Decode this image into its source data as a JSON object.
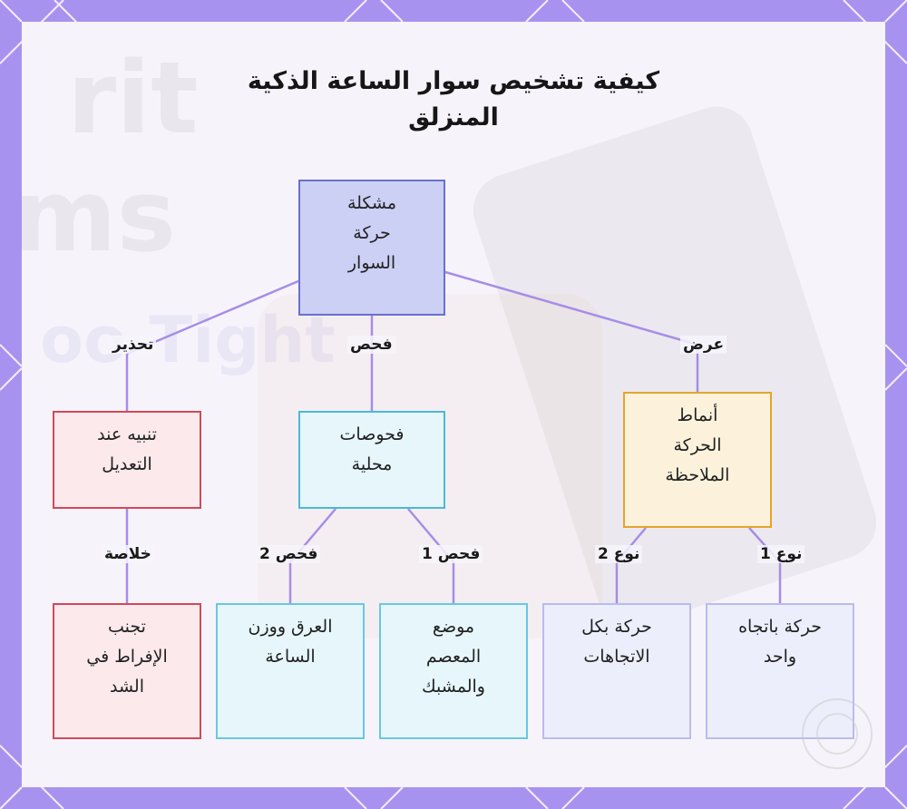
{
  "title_lines": [
    "كيفية تشخيص سوار الساعة الذكية",
    "المنزلق"
  ],
  "nodes": {
    "root": "مشكلة\nحركة\nالسوار",
    "warning": "تنبيه عند\nالتعديل",
    "checks": "فحوصات\nمحلية",
    "patterns": "أنماط\nالحركة\nالملاحظة",
    "avoid": "تجنب\nالإفراط في\nالشد",
    "sweat_weight": "العرق ووزن\nالساعة",
    "wrist_position": "موضع\nالمعصم\nوالمشبك",
    "multi_direction": "حركة بكل\nالاتجاهات",
    "single_direction": "حركة باتجاه\nواحد"
  },
  "edge_labels": {
    "warn": "تحذير",
    "check": "فحص",
    "show": "عرض",
    "summary": "خلاصة",
    "check2": "فحص 2",
    "check1": "فحص 1",
    "type2": "نوع 2",
    "type1": "نوع 1"
  },
  "watermark": {
    "line1": "rit",
    "line2": "ms",
    "line3": "oo Tight"
  },
  "colors": {
    "frame": "#a892f0",
    "edge": "#a78de6"
  }
}
